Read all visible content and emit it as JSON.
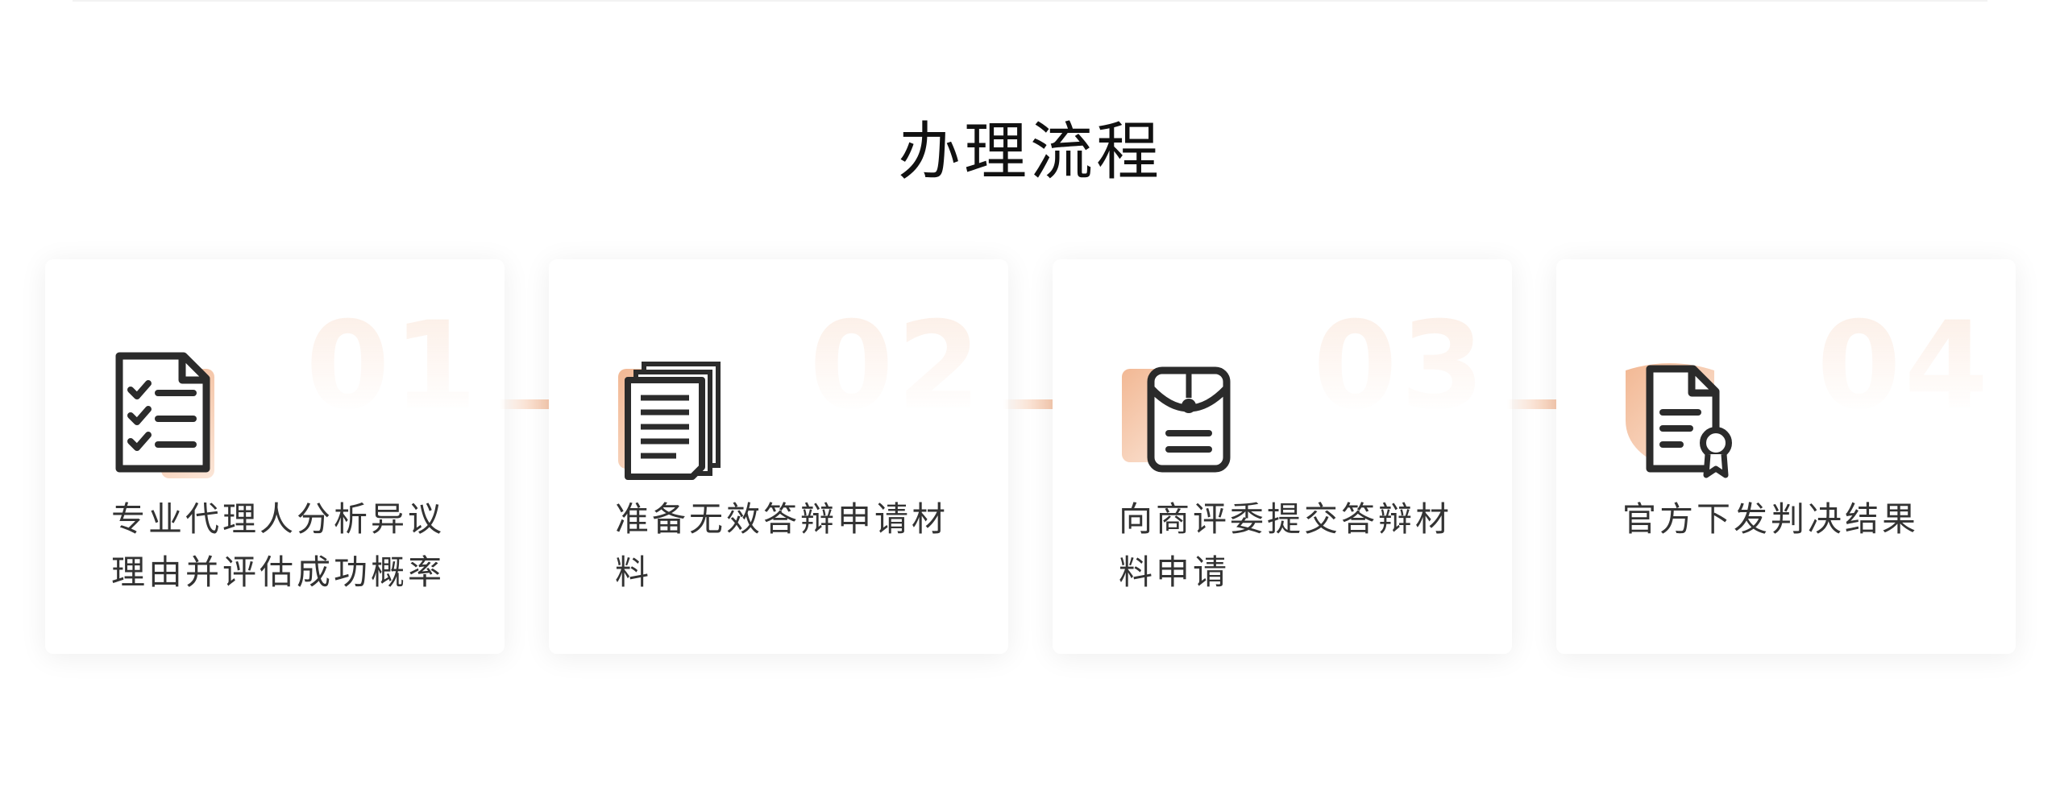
{
  "page": {
    "title": "办理流程"
  },
  "steps": [
    {
      "number": "01",
      "description": "专业代理人分析异议理由并评估成功概率",
      "icon": "checklist-document-icon"
    },
    {
      "number": "02",
      "description": "准备无效答辩申请材料",
      "icon": "stacked-documents-icon"
    },
    {
      "number": "03",
      "description": "向商评委提交答辩材料申请",
      "icon": "sealed-envelope-icon"
    },
    {
      "number": "04",
      "description": "官方下发判决结果",
      "icon": "certificate-document-icon"
    }
  ],
  "colors": {
    "accent": "#f2b894",
    "arrow": "#f5c4a6",
    "icon_stroke": "#2b2b2b",
    "text": "#333333"
  }
}
